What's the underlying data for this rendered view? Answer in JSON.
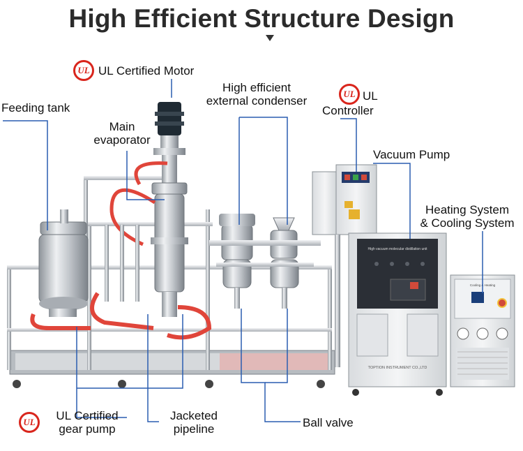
{
  "title": "High Efficient Structure Design",
  "badge_text": "UL",
  "labels": {
    "ul_motor": "UL Certified Motor",
    "feeding_tank": "Feeding tank",
    "main_evaporator_1": "Main",
    "main_evaporator_2": "evaporator",
    "condenser_1": "High efficient",
    "condenser_2": "external condenser",
    "ul_controller_1": "UL",
    "ul_controller_2": "Controller",
    "vacuum_pump": "Vacuum Pump",
    "heating_1": "Heating System",
    "heating_2": "& Cooling System",
    "gear_pump_1": "UL Certified",
    "gear_pump_2": "gear pump",
    "jacketed_1": "Jacketed",
    "jacketed_2": "pipeline",
    "ball_valve": "Ball valve"
  },
  "equipment_text": {
    "cabinet_header": "High vacuum molecular distillation unit",
    "cabinet_footer": "TOPTION INSTRUMENT CO.,LTD",
    "chiller_header": "Cooling & Heating"
  },
  "colors": {
    "leader_line": "#2a5db0",
    "ul_red": "#d9251c",
    "steel": "#c8ccd1",
    "hose": "#e0453a"
  }
}
